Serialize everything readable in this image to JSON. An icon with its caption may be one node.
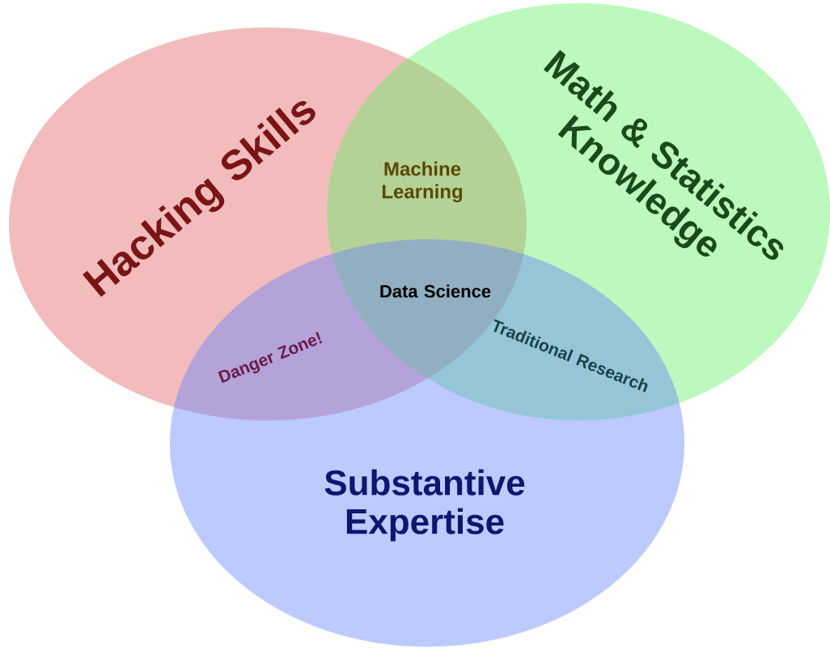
{
  "diagram": {
    "nodes": [
      {
        "text": [
          "Hacking Skills"
        ]
      },
      {
        "text": [
          "Math & Statistics Knowledge"
        ]
      },
      {
        "text": [
          "Substantive Expertise"
        ]
      }
    ],
    "labels": [
      "Machine Learning",
      "Data Science",
      "Danger Zone!",
      "Traditional Research"
    ]
  }
}
